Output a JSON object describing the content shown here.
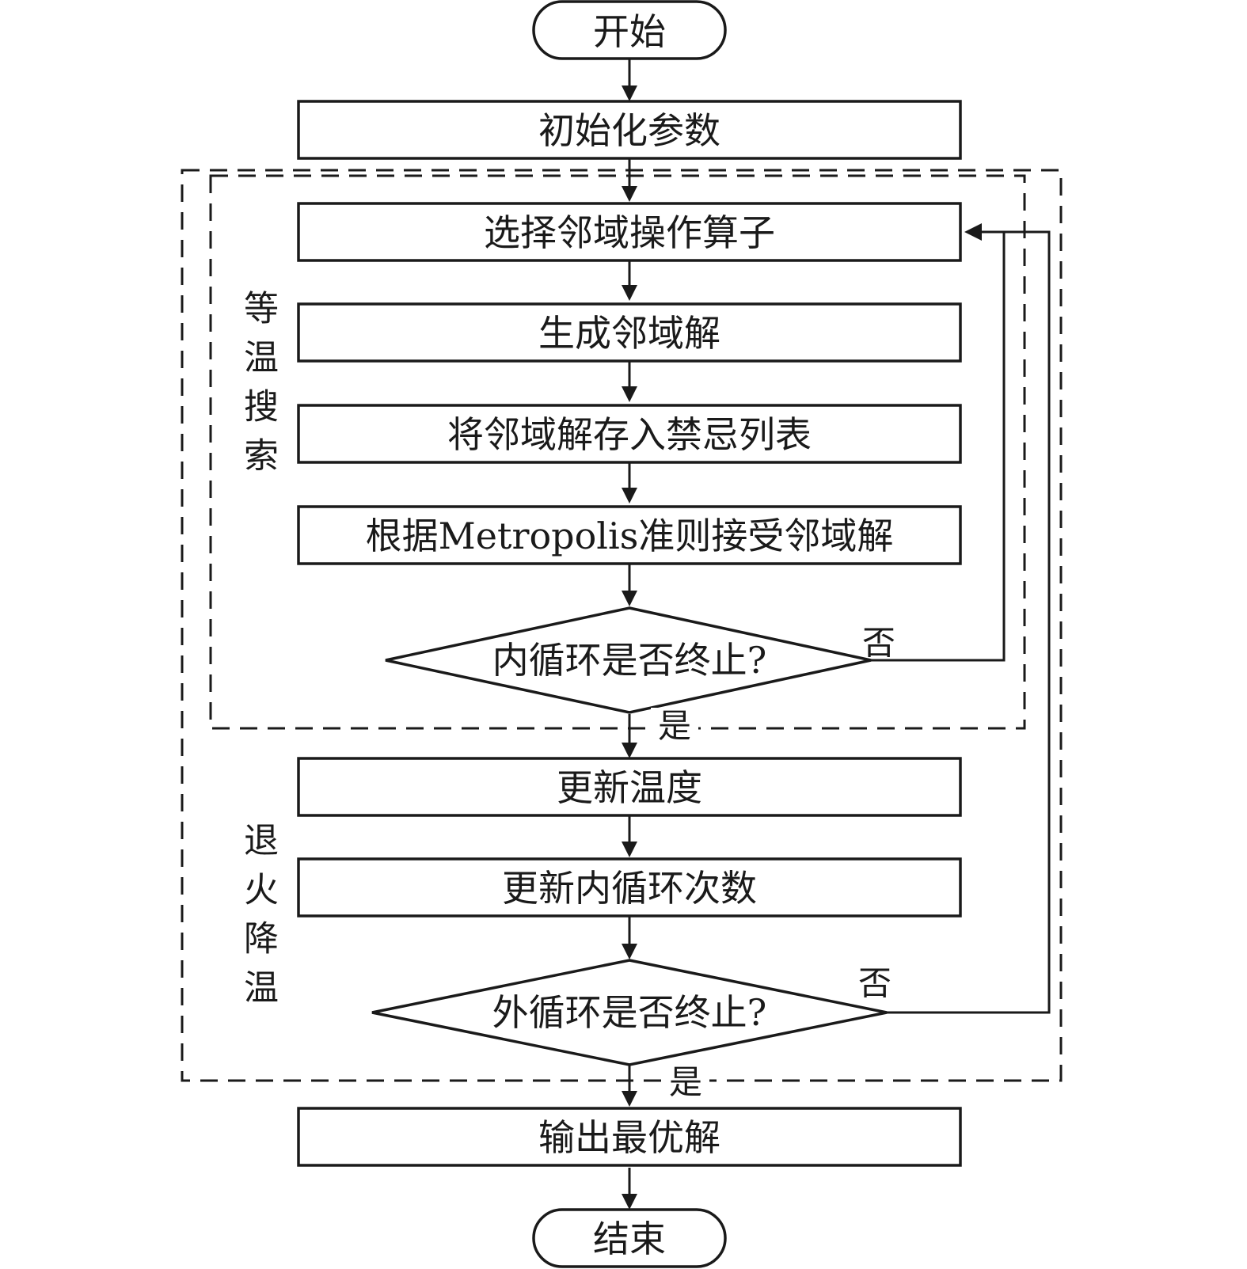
{
  "nodes": {
    "start": "开始",
    "init_params": "初始化参数",
    "select_operator": "选择邻域操作算子",
    "generate_neighbor": "生成邻域解",
    "store_tabu": "将邻域解存入禁忌列表",
    "metropolis_accept": "根据Metropolis准则接受邻域解",
    "inner_loop_check": "内循环是否终止?",
    "update_temperature": "更新温度",
    "update_inner_count": "更新内循环次数",
    "outer_loop_check": "外循环是否终止?",
    "output_best": "输出最优解",
    "end": "结束"
  },
  "regions": {
    "isothermal_search": [
      "等",
      "温",
      "搜",
      "索"
    ],
    "annealing_cooling": [
      "退",
      "火",
      "降",
      "温"
    ]
  },
  "branches": {
    "inner_no": "否",
    "inner_yes": "是",
    "outer_no": "否",
    "outer_yes": "是"
  }
}
